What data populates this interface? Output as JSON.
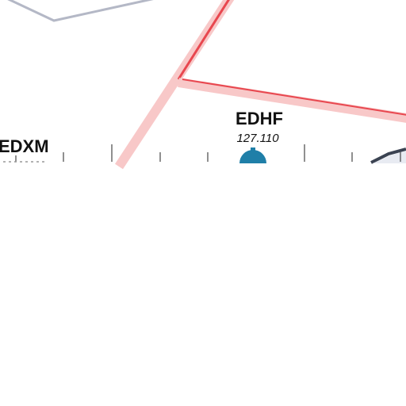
{
  "map": {
    "colors": {
      "background": "#ffffff",
      "boundary_grey": "#b4b8c6",
      "airspace_red_band": "#f8c8c8",
      "airspace_red_line": "#e8474f",
      "airport_symbol": "#1f7fa8",
      "dark_boundary": "#3b4352",
      "label_text": "#111111"
    },
    "airports": [
      {
        "id": "EDXM",
        "name": "EDXM",
        "frequency": ""
      },
      {
        "id": "EDHF",
        "name": "EDHF",
        "frequency": "127.110",
        "icon": "airport-symbol-icon"
      }
    ]
  }
}
